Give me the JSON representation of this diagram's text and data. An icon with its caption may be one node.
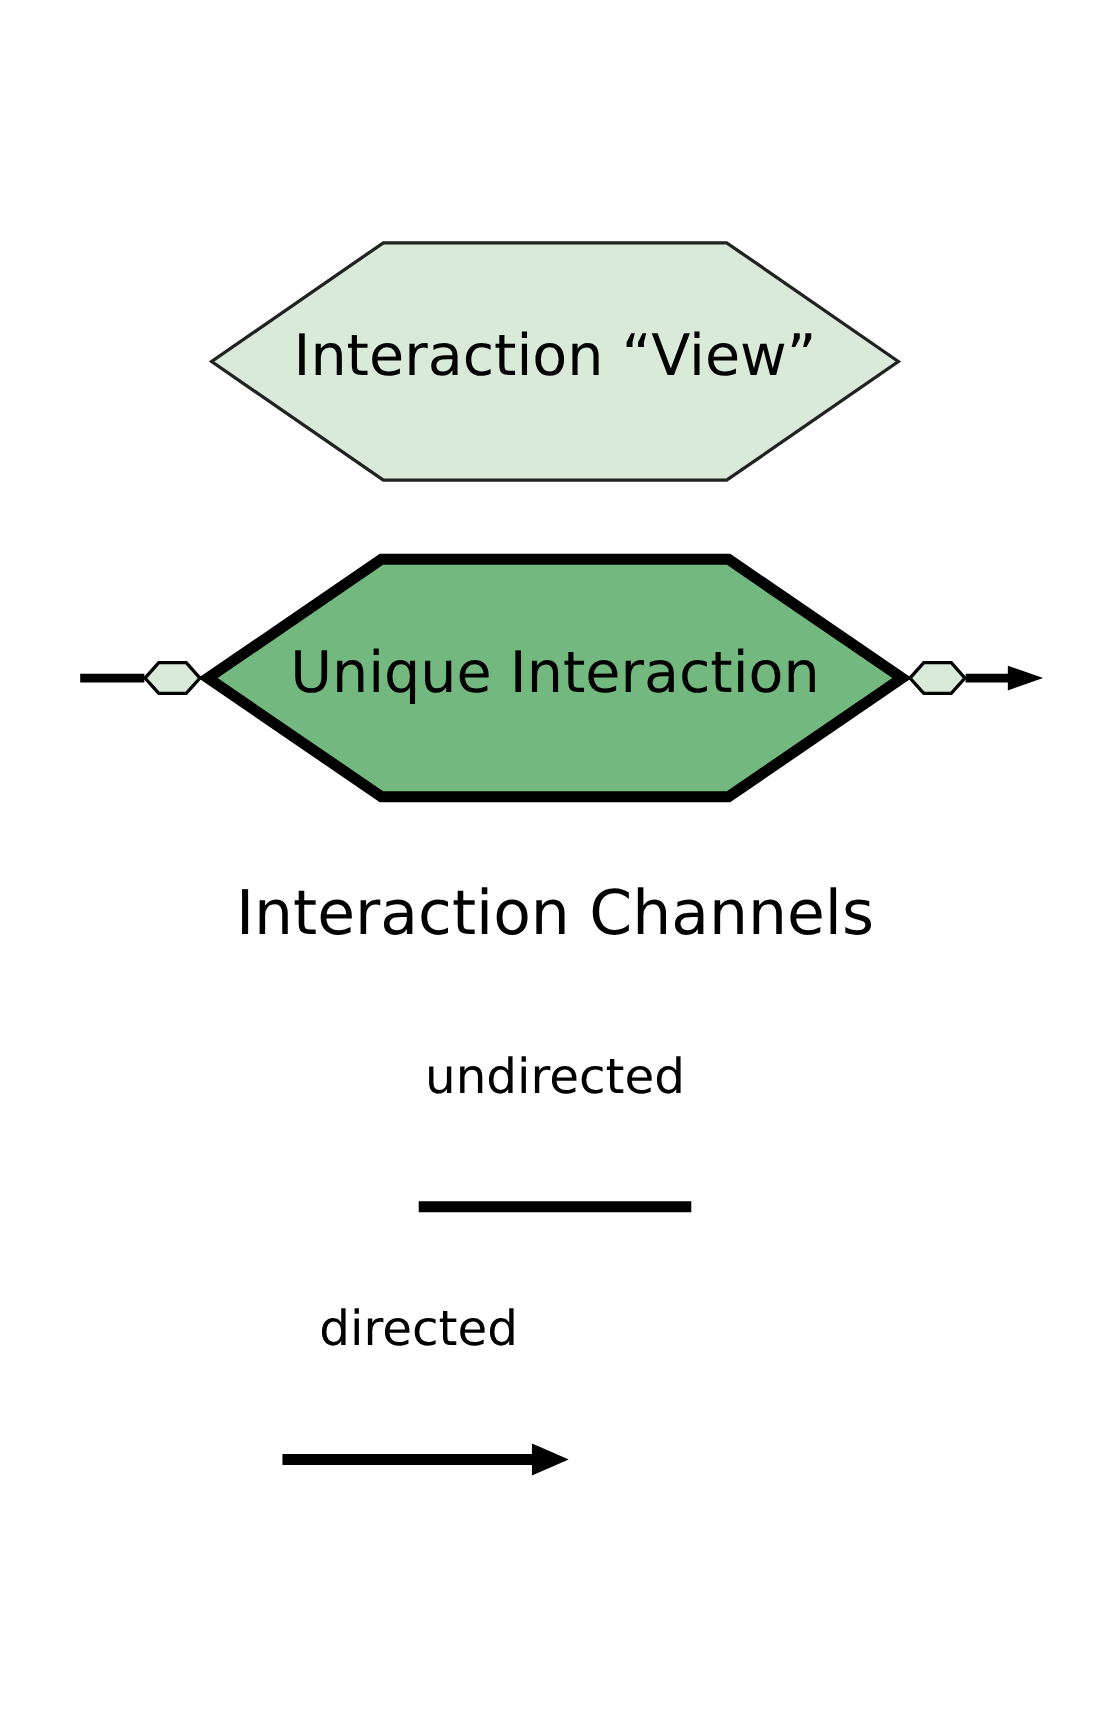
{
  "diagram": {
    "nodes": [
      {
        "text": [
          "Interaction “View”"
        ]
      },
      {
        "text": [
          "Unique Interaction"
        ]
      },
      {
        "text": [],
        "shape": "hexagon"
      },
      {
        "text": [],
        "shape": "hexagon"
      }
    ],
    "edges": [
      {
        "from": null,
        "to": 2,
        "arrow": "none"
      },
      {
        "from": 3,
        "to": null,
        "arrow": "to"
      }
    ],
    "labels": [
      "Interaction Channels"
    ],
    "legend": [
      {
        "text": "undirected"
      },
      {
        "text": "directed"
      }
    ]
  }
}
